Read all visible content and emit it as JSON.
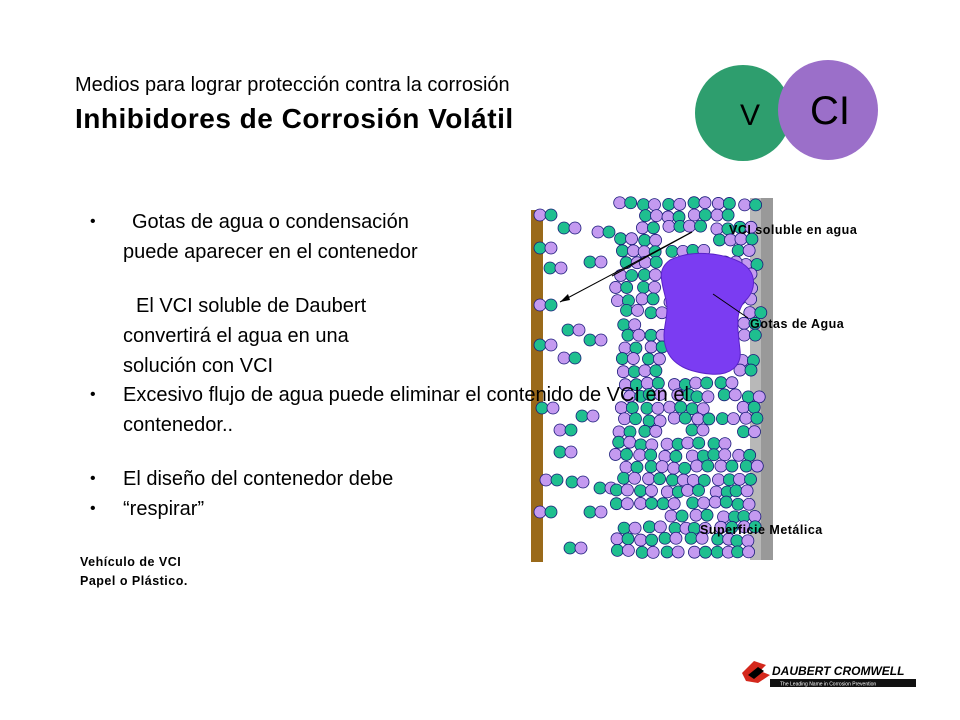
{
  "header": {
    "subtitle": "Medios para lograr protección contra la corrosión",
    "title": "Inhibidores de Corrosión Volátil"
  },
  "logo": {
    "left_letter": "V",
    "right_letters": "CI",
    "left_color": "#2e9e6e",
    "right_color": "#9b6fc9"
  },
  "bullets": {
    "b1_line1": "Gotas de agua o  condensación",
    "b1_line2": "puede aparecer en el contenedor",
    "b1_line3": "El VCI soluble de Daubert",
    "b1_line4": "convertirá el agua en una",
    "b1_line5": "solución con VCI",
    "b2_line1": "Excesivo flujo de agua puede eliminar el contenido de VCI en el",
    "b2_line2": "contenedor..",
    "b3": "El diseño del contenedor debe",
    "b4": "“respirar”"
  },
  "vehicle_label": {
    "line1": "Vehículo de VCI",
    "line2": "Papel o Plástico."
  },
  "diagram_labels": {
    "vci_soluble": "VCI soluble en agua",
    "gotas": "Gotas de Agua",
    "superficie": "Superficie Metálica"
  },
  "colors": {
    "green_molecule": "#1fbf8f",
    "purple_molecule": "#c49af0",
    "water_drop": "#7b3cf2",
    "paper_strip": "#9a6a1a",
    "metal_surface": "#9a9a9a"
  },
  "brand": {
    "name": "DAUBERT CROMWELL",
    "tagline": "The Leading Name in Corrosion Prevention"
  }
}
